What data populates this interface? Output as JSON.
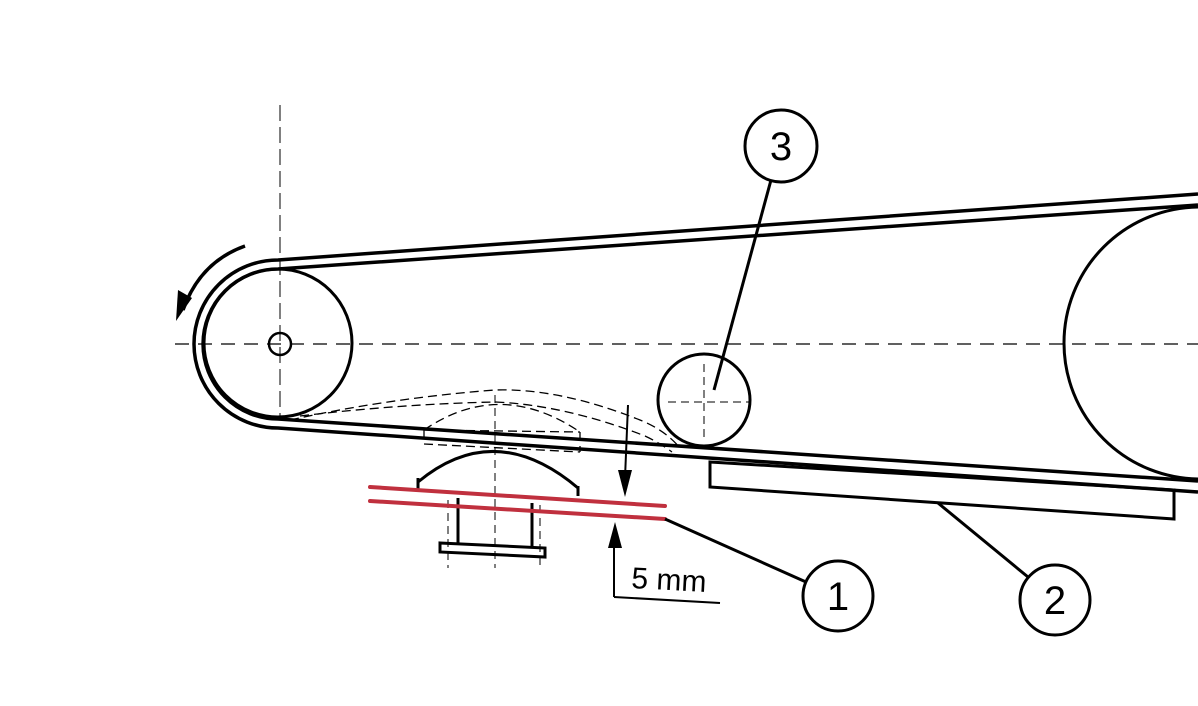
{
  "callouts": {
    "one": "1",
    "two": "2",
    "three": "3"
  },
  "dimension": {
    "gap": "5 mm"
  },
  "colors": {
    "line": "#000000",
    "highlight": "#c0303e",
    "background": "#ffffff"
  },
  "icons": {
    "rotation_arrow": "counterclockwise-arrow-icon"
  }
}
